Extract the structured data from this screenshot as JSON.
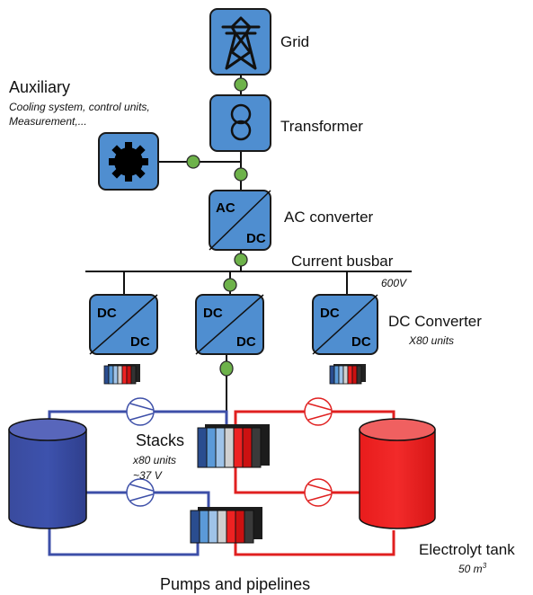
{
  "grid": {
    "label": "Grid"
  },
  "auxiliary": {
    "title": "Auxiliary",
    "desc_line1": "Cooling system, control units,",
    "desc_line2": "Measurement,..."
  },
  "transformer": {
    "label": "Transformer"
  },
  "ac_converter": {
    "label": "AC converter",
    "box_top": "AC",
    "box_bottom": "DC"
  },
  "busbar": {
    "label": "Current busbar",
    "voltage": "600V"
  },
  "dc_converter": {
    "label": "DC Converter",
    "units": "X80 units",
    "box_top": "DC",
    "box_bottom": "DC"
  },
  "stacks": {
    "label": "Stacks",
    "units": "x80  units",
    "voltage": "~37 V"
  },
  "tank": {
    "label": "Electrolyt tank",
    "volume": "50 m",
    "volume_sup": "3"
  },
  "pumps": {
    "label": "Pumps and pipelines"
  },
  "colors": {
    "block_blue": "#4f8ed0",
    "node_green": "#6db24a",
    "negolyte_blue": "#3d4fa8",
    "posolyte_red": "#e02020"
  }
}
